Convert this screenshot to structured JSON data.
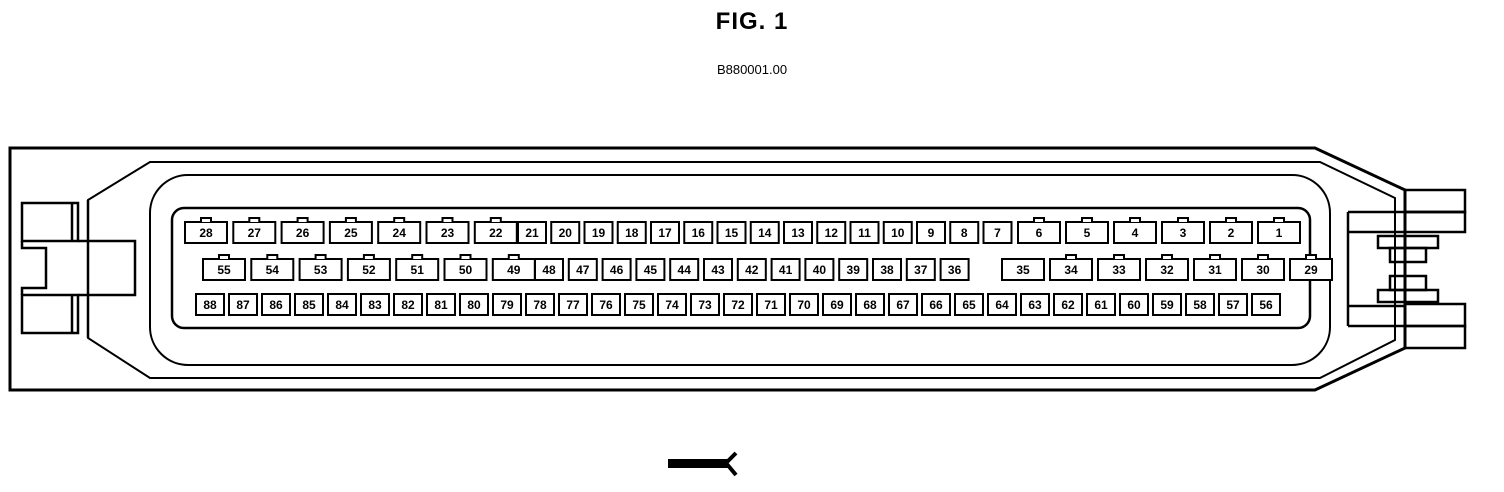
{
  "figure": {
    "title": "FIG. 1",
    "code": "B880001.00"
  },
  "connector": {
    "type": "88-pin connector face view",
    "rows": [
      [
        "28",
        "27",
        "26",
        "25",
        "24",
        "23",
        "22",
        "21",
        "20",
        "19",
        "18",
        "17",
        "16",
        "15",
        "14",
        "13",
        "12",
        "11",
        "10",
        "9",
        "8",
        "7",
        "6",
        "5",
        "4",
        "3",
        "2",
        "1"
      ],
      [
        "55",
        "54",
        "53",
        "52",
        "51",
        "50",
        "49",
        "48",
        "47",
        "46",
        "45",
        "44",
        "43",
        "42",
        "41",
        "40",
        "39",
        "38",
        "37",
        "36",
        "35",
        "34",
        "33",
        "32",
        "31",
        "30",
        "29"
      ],
      [
        "88",
        "87",
        "86",
        "85",
        "84",
        "83",
        "82",
        "81",
        "80",
        "79",
        "78",
        "77",
        "76",
        "75",
        "74",
        "73",
        "72",
        "71",
        "70",
        "69",
        "68",
        "67",
        "66",
        "65",
        "64",
        "63",
        "62",
        "61",
        "60",
        "59",
        "58",
        "57",
        "56"
      ]
    ],
    "keyed_pins": [
      "28",
      "27",
      "26",
      "25",
      "24",
      "23",
      "22",
      "6",
      "5",
      "4",
      "3",
      "2",
      "1",
      "55",
      "54",
      "53",
      "52",
      "51",
      "50",
      "49",
      "34",
      "33",
      "32",
      "31",
      "30",
      "29"
    ]
  }
}
